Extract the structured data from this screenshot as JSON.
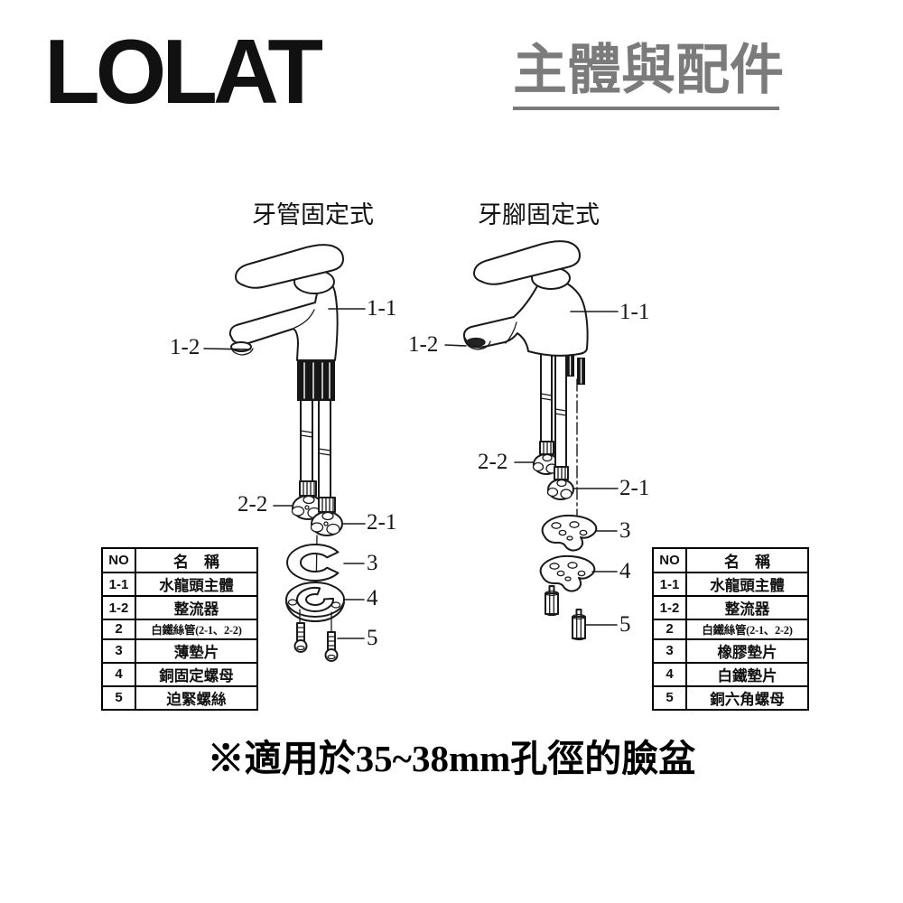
{
  "brand": {
    "logo_text": "LOLAT"
  },
  "page_title": {
    "text": "主體與配件"
  },
  "diagrams": {
    "left": {
      "title": "牙管固定式",
      "callouts": {
        "c11": "1-1",
        "c12": "1-2",
        "c22": "2-2",
        "c21": "2-1",
        "c3": "3",
        "c4": "4",
        "c5": "5"
      }
    },
    "right": {
      "title": "牙腳固定式",
      "callouts": {
        "c11": "1-1",
        "c12": "1-2",
        "c22": "2-2",
        "c21": "2-1",
        "c3": "3",
        "c4": "4",
        "c5": "5"
      }
    }
  },
  "parts_tables": {
    "left": {
      "col_no": "NO",
      "col_name": "名　稱",
      "rows": [
        {
          "no": "1-1",
          "name": "水龍頭主體"
        },
        {
          "no": "1-2",
          "name": "整流器"
        },
        {
          "no": "2",
          "name": "白鐵絲管(2-1、2-2)"
        },
        {
          "no": "3",
          "name": "薄墊片"
        },
        {
          "no": "4",
          "name": "銅固定螺母"
        },
        {
          "no": "5",
          "name": "迫緊螺絲"
        }
      ]
    },
    "right": {
      "col_no": "NO",
      "col_name": "名　稱",
      "rows": [
        {
          "no": "1-1",
          "name": "水龍頭主體"
        },
        {
          "no": "1-2",
          "name": "整流器"
        },
        {
          "no": "2",
          "name": "白鐵絲管(2-1、2-2)"
        },
        {
          "no": "3",
          "name": "橡膠墊片"
        },
        {
          "no": "4",
          "name": "白鐵墊片"
        },
        {
          "no": "5",
          "name": "銅六角螺母"
        }
      ]
    }
  },
  "footnote": {
    "text": "※適用於35~38mm孔徑的臉盆"
  },
  "colors": {
    "ink": "#1a1a1a",
    "title_gray": "#7b7b7b",
    "background": "#ffffff"
  }
}
